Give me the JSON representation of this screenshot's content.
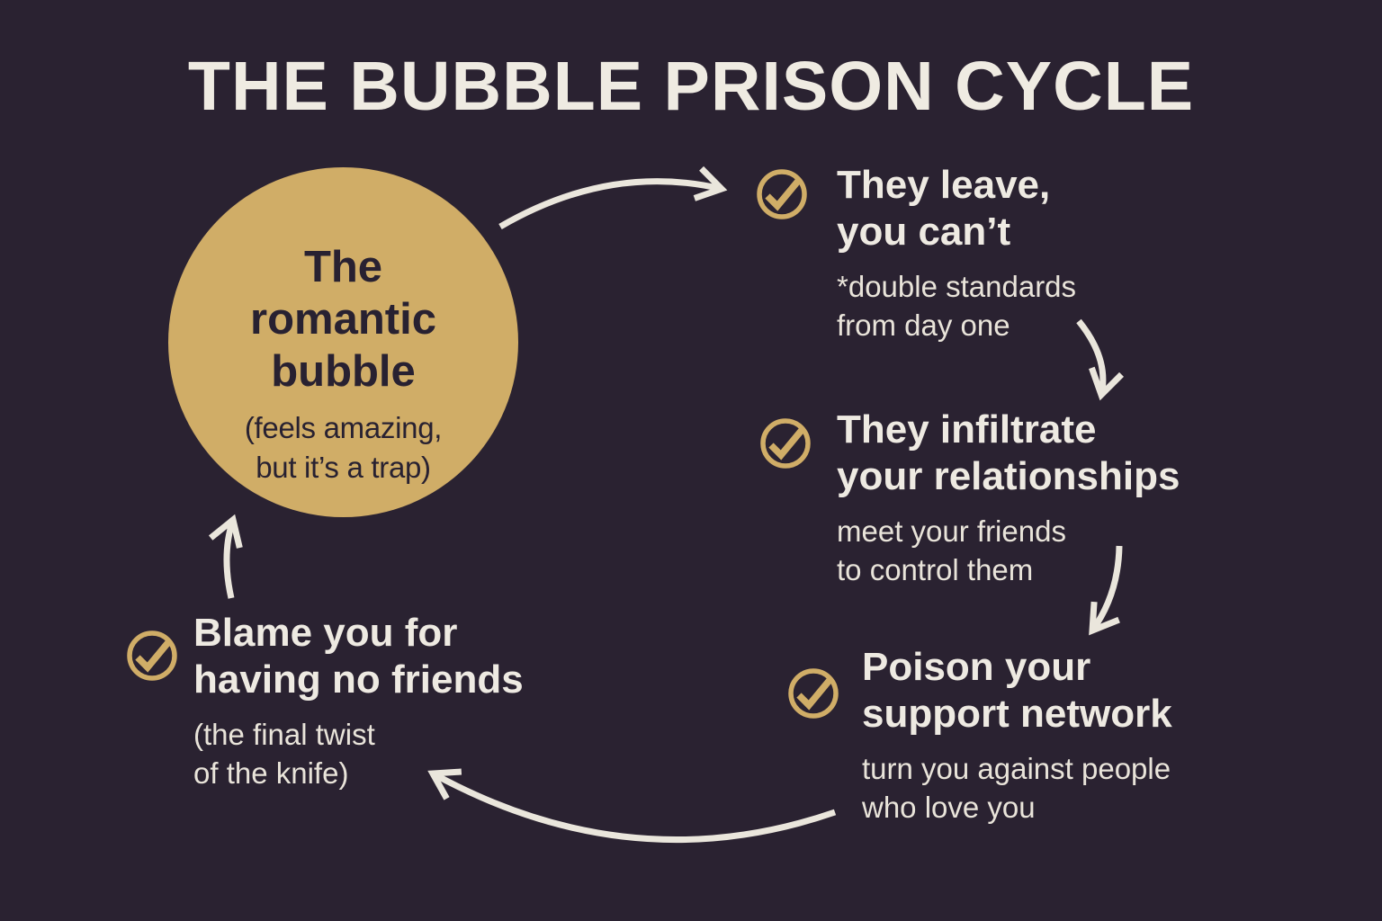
{
  "title": "THE BUBBLE PRISON CYCLE",
  "bubble": {
    "title": "The\nromantic\nbubble",
    "subtitle": "(feels amazing,\nbut it’s a trap)"
  },
  "steps": [
    {
      "title": "They leave,\nyou can’t",
      "subtitle": "*double standards\nfrom day one",
      "icon": "check-circle-icon"
    },
    {
      "title": "They infiltrate\nyour relationships",
      "subtitle": "meet your friends\nto control them",
      "icon": "check-circle-icon"
    },
    {
      "title": "Poison your\nsupport network",
      "subtitle": "turn you against people\nwho love you",
      "icon": "check-circle-icon"
    },
    {
      "title": "Blame you for\nhaving no friends",
      "subtitle": "(the final twist\nof the knife)",
      "icon": "check-circle-icon"
    }
  ],
  "colors": {
    "background": "#2a2231",
    "gold_accent": "#d0ad67",
    "cream_text": "#eeeae2",
    "dark_text_on_gold": "#282131"
  }
}
